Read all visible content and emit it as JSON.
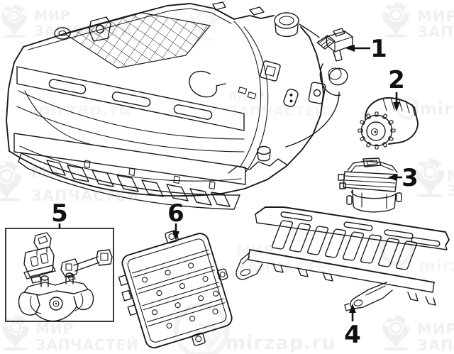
{
  "page": {
    "background_color": "#ffffff",
    "line_color": "#1a1a1a",
    "watermark_color": "#f0f0f0"
  },
  "callouts": [
    {
      "number": "1",
      "arrow_direction": "left"
    },
    {
      "number": "2",
      "arrow_direction": "down"
    },
    {
      "number": "3",
      "arrow_direction": "left"
    },
    {
      "number": "4",
      "arrow_direction": "up"
    },
    {
      "number": "5",
      "arrow_direction": "down-line"
    },
    {
      "number": "6",
      "arrow_direction": "down"
    }
  ],
  "watermarks": {
    "brand_word1": "МИР",
    "brand_word2": "ЗАПЧАСТЕЙ",
    "brand_word2_abbrev": "ЗАПЧ",
    "site_url": "mirzap.ru",
    "site_url_partial": "mirz",
    "site_url_partial2": "mirza"
  }
}
